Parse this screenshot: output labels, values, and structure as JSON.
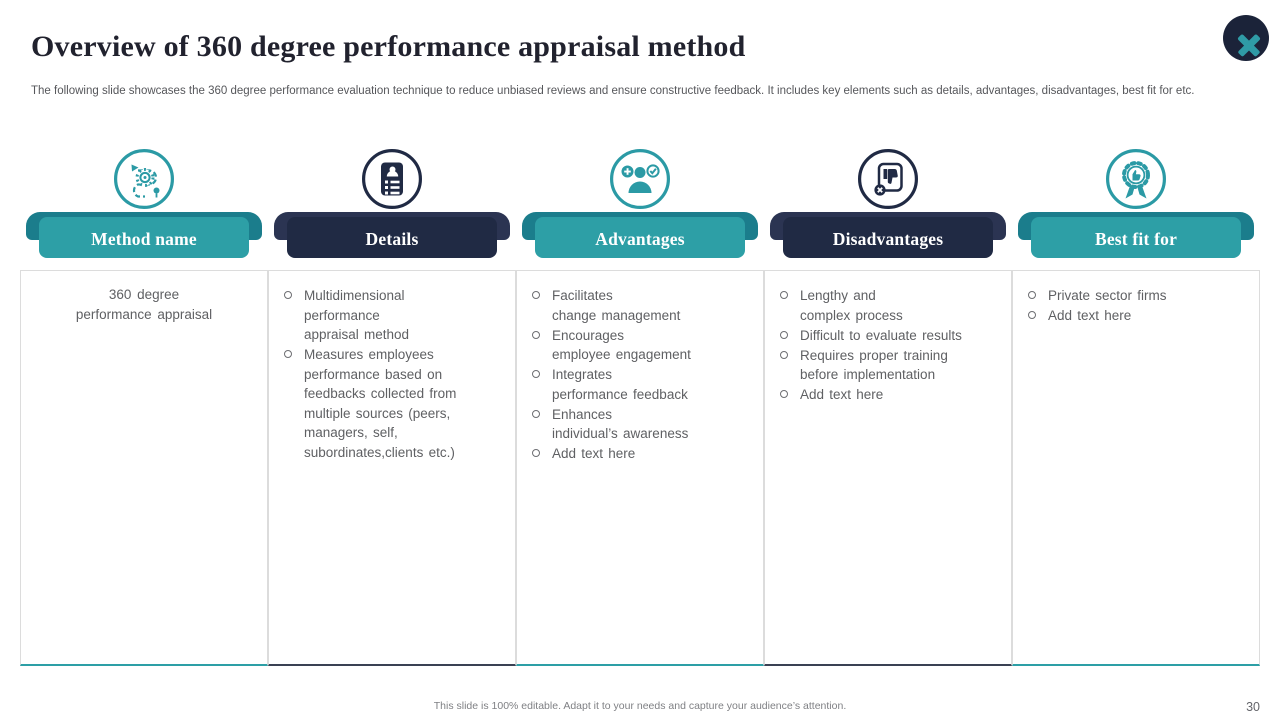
{
  "header": {
    "title": "Overview of 360 degree performance appraisal method",
    "subtitle": "The following slide showcases the 360 degree performance evaluation technique to reduce unbiased reviews and ensure constructive feedback. It includes key elements such as details, advantages, disadvantages, best fit for etc."
  },
  "close_button": {
    "icon": "close-icon"
  },
  "columns": [
    {
      "id": "method-name",
      "label": "Method name",
      "theme": "teal",
      "icon": "process-icon",
      "centered": true,
      "items": [
        "360 degree\nperformance appraisal"
      ]
    },
    {
      "id": "details",
      "label": "Details",
      "theme": "navy",
      "icon": "document-person-icon",
      "centered": false,
      "items": [
        "Multidimensional\nperformance\nappraisal method",
        "Measures employees\nperformance based on\nfeedbacks collected from\nmultiple sources (peers,\nmanagers, self,\nsubordinates,clients etc.)"
      ]
    },
    {
      "id": "advantages",
      "label": "Advantages",
      "theme": "teal",
      "icon": "person-check-icon",
      "centered": false,
      "items": [
        "Facilitates\nchange management",
        "Encourages\nemployee engagement",
        "Integrates\nperformance feedback",
        "Enhances\nindividual’s awareness",
        "Add text here"
      ]
    },
    {
      "id": "disadvantages",
      "label": "Disadvantages",
      "theme": "navy",
      "icon": "thumbs-down-icon",
      "centered": false,
      "items": [
        "Lengthy and\ncomplex process",
        "Difficult to evaluate results",
        "Requires proper training\nbefore implementation",
        "Add text here"
      ]
    },
    {
      "id": "best-fit-for",
      "label": "Best fit for",
      "theme": "teal",
      "icon": "award-icon",
      "centered": false,
      "items": [
        "Private sector firms",
        "Add text here"
      ]
    }
  ],
  "footer": {
    "note": "This slide is 100% editable. Adapt it to your needs and capture your audience’s attention.",
    "page_number": "30"
  },
  "colors": {
    "teal": "#2D9FA6",
    "teal_dark": "#1B7D8C",
    "navy": "#202A44",
    "navy_back": "#2B3452",
    "close_circle": "#1B2339",
    "close_x": "#2F9BA6",
    "title_text": "#21222E",
    "body_text": "#5F6063",
    "footer_text": "#7F8084",
    "box_border": "#DCDCDC"
  }
}
